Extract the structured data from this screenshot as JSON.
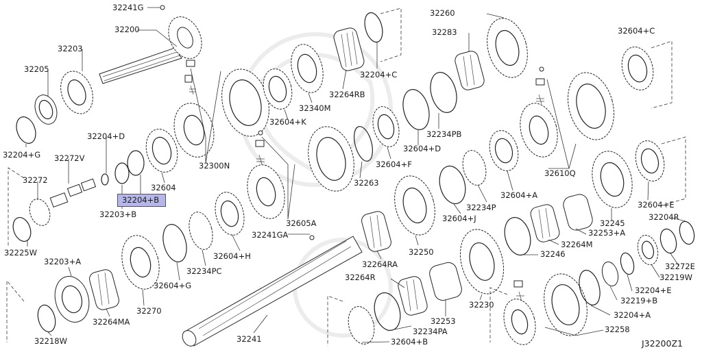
{
  "diagram_code": "J32200Z1",
  "labels": {
    "l32241G": "32241G",
    "l32200": "32200",
    "l32203": "32203",
    "l32205": "32205",
    "l32204G": "32204+G",
    "l32204D": "32204+D",
    "l32272V": "32272V",
    "l32272": "32272",
    "l32204B": "32204+B",
    "l32203B": "32203+B",
    "l32225W": "32225W",
    "l32604": "32604",
    "l32300N": "32300N",
    "l32260": "32260",
    "l32283": "32283",
    "l32204C": "32204+C",
    "l32264RB": "32264RB",
    "l32340M": "32340M",
    "l32604K": "32604+K",
    "l32604C": "32604+C",
    "l32234PB": "32234PB",
    "l32604D": "32604+D",
    "l32604F": "32604+F",
    "l32263": "32263",
    "l32610Q": "32610Q",
    "l32604A": "32604+A",
    "l32234P": "32234P",
    "l32604J": "32604+J",
    "l32605A": "32605A",
    "l32241GA": "32241GA",
    "l32604H": "32604+H",
    "l32234PC": "32234PC",
    "l32203A": "32203+A",
    "l32604G": "32604+G",
    "l32270": "32270",
    "l32264MA": "32264MA",
    "l32218W": "32218W",
    "l32264RA": "32264RA",
    "l32250": "32250",
    "l32264R": "32264R",
    "l32241": "32241",
    "l32253": "32253",
    "l32234PA": "32234PA",
    "l32604B": "32604+B",
    "l32230": "32230",
    "l32246": "32246",
    "l32264M": "32264M",
    "l32253A": "32253+A",
    "l32245": "32245",
    "l32604E": "32604+E",
    "l32204R": "32204R",
    "l32272E": "32272E",
    "l32219W": "32219W",
    "l32204E": "32204+E",
    "l32219B": "32219+B",
    "l32204A": "32204+A",
    "l32258": "32258"
  },
  "highlighted_part": "32204+B"
}
